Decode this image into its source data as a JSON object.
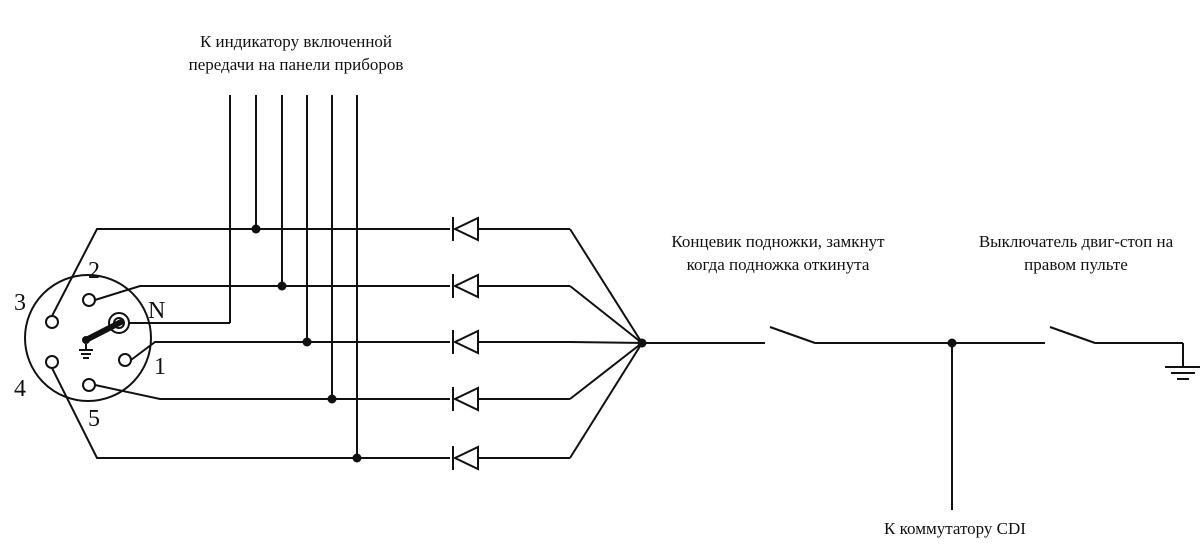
{
  "labels": {
    "indicator_line1": "К индикатору включенной",
    "indicator_line2": "передачи на панели приборов",
    "limit_switch_line1": "Концевик подножки, замкнут",
    "limit_switch_line2": "когда подножка откинута",
    "stop_switch_line1": "Выключатель двиг-стоп на",
    "stop_switch_line2": "правом пульте",
    "cdi": "К коммутатору CDI"
  },
  "switch_positions": {
    "pos_2": "2",
    "pos_3": "3",
    "pos_4": "4",
    "pos_5": "5",
    "pos_1": "1",
    "pos_n": "N"
  },
  "colors": {
    "line": "#111111",
    "background": "#ffffff"
  }
}
